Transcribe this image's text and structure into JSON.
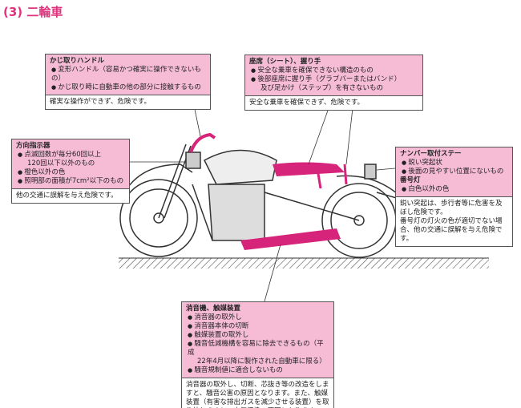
{
  "title": "(3) 二輪車",
  "boxes": {
    "handle": {
      "heading": "かじ取りハンドル",
      "items": [
        "変形ハンドル（容易かつ確実に操作できないもの）",
        "かじ取り時に自動車の他の部分に接触するもの"
      ],
      "note": "確実な操作ができず、危険です。"
    },
    "seat": {
      "heading": "座席（シート）、握り手",
      "items": [
        "安全な乗車を確保できない構造のもの",
        "後部座席に握り手（グラブバーまたはバンド）"
      ],
      "cont": "及び足かけ（ステップ）を有さないもの",
      "note": "安全な乗車を確保できず、危険です。"
    },
    "turn": {
      "heading": "方向指示器",
      "items": [
        "点滅回数が毎分60回以上",
        "橙色以外の色",
        "照明部の面積が7cm²以下のもの"
      ],
      "cont": "120回以下以外のもの",
      "note": "他の交通に誤解を与え危険です。"
    },
    "plate": {
      "heading": "ナンバー取付ステー",
      "items": [
        "鋭い突起状",
        "後面の見やすい位置にないもの"
      ],
      "heading2": "番号灯",
      "items2": [
        "白色以外の色"
      ],
      "note": [
        "鋭い突起は、歩行者等に危害を及ぼし危険です。",
        "番号灯の灯火の色が適切でない場合、他の交通に誤解を与え危険です。"
      ]
    },
    "muffler": {
      "heading": "消音機、触媒装置",
      "items": [
        "消音器の取外し",
        "消音器本体の切断",
        "触媒装置の取外し",
        "騒音低減機構を容易に除去できるもの（平成",
        "騒音規制値に適合しないもの"
      ],
      "cont": "22年4月以降に製作された自動車に限る）",
      "note": "消音器の取外し、切断、芯抜き等の改造をしますと、騒音公害の原因となります。また、触媒装置（有害な排出ガスを減少させる装置）を取り外しますと、大気汚染の原因となります。"
    }
  },
  "colors": {
    "accent": "#e0327e",
    "pink": "#f6bcd6",
    "magenta": "#d6247a"
  }
}
